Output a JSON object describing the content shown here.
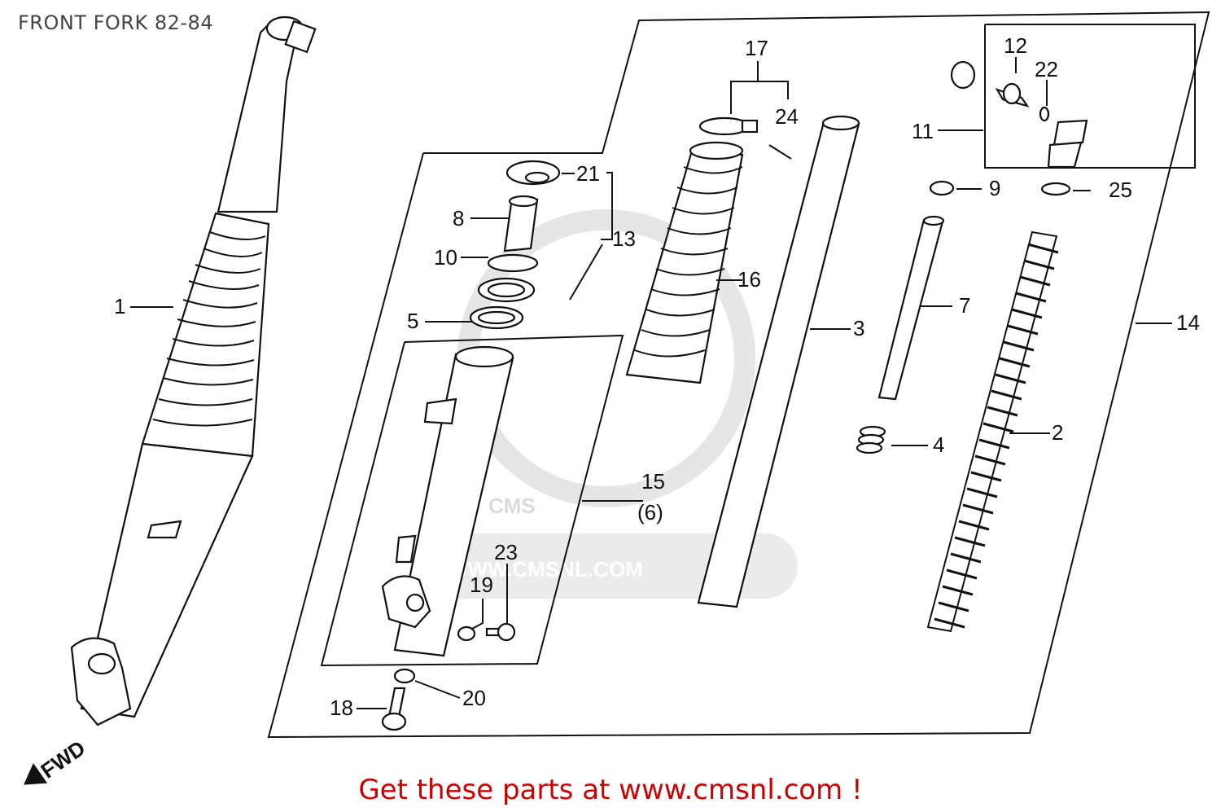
{
  "title": "FRONT FORK 82-84",
  "watermark": {
    "logo": "CMS",
    "url": "WWW.CMSNL.COM"
  },
  "direction_label": "FWD",
  "callouts": {
    "p1": "1",
    "p2": "2",
    "p3": "3",
    "p4": "4",
    "p5": "5",
    "p7": "7",
    "p8": "8",
    "p9": "9",
    "p10": "10",
    "p11": "11",
    "p12": "12",
    "p13": "13",
    "p14": "14",
    "p15": "15",
    "p15b": "(6)",
    "p16": "16",
    "p17": "17",
    "p18": "18",
    "p19": "19",
    "p20": "20",
    "p21": "21",
    "p22": "22",
    "p23": "23",
    "p24": "24",
    "p25": "25"
  },
  "footer": {
    "text": "Get these parts at www.cmsnl.com !",
    "color": "#cc0000"
  }
}
